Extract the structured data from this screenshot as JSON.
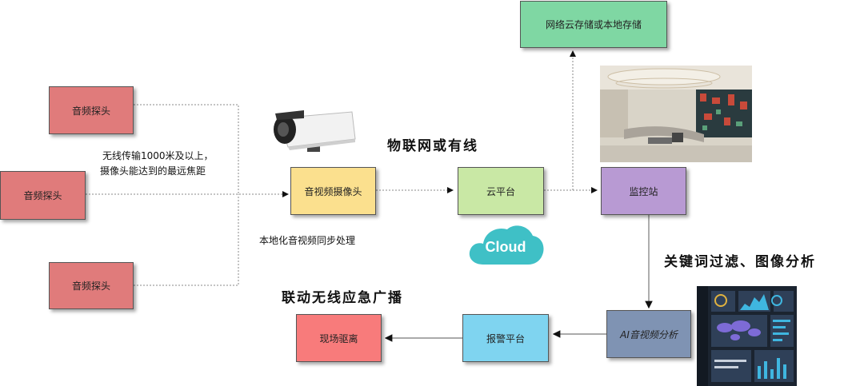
{
  "nodes": {
    "probe_top": "音频探头",
    "probe_mid": "音频探头",
    "probe_bottom": "音频探头",
    "av_camera": "音视频摄像头",
    "cloud_platform": "云平台",
    "storage": "网络云存储或本地存储",
    "monitor": "监控站",
    "ai_analysis": "AI音视频分析",
    "alarm_platform": "报警平台",
    "onsite": "现场驱离"
  },
  "labels": {
    "wireless_line1": "无线传输1000米及以上，",
    "wireless_line2": "摄像头能达到的最远焦距",
    "iot": "物联网或有线",
    "local_sync": "本地化音视频同步处理",
    "keyword": "关键词过滤、图像分析",
    "linkage": "联动无线应急广播",
    "cloud_logo": "Cloud"
  },
  "colors": {
    "probe": "#e07b7b",
    "camera": "#fbe08e",
    "cloud_platform": "#c9e8a5",
    "storage": "#7fd7a3",
    "monitor": "#b89ad3",
    "ai": "#7f93b3",
    "alarm": "#7fd4f0",
    "onsite": "#f87b7b",
    "cloud_logo": "#3fc0c6"
  }
}
